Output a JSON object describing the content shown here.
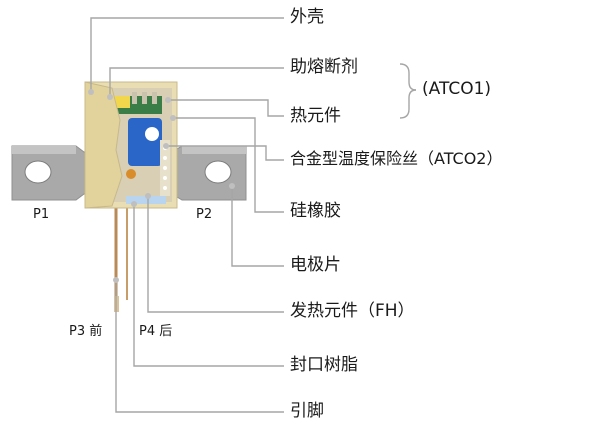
{
  "callouts": {
    "shell": "外壳",
    "flux": "助熔断剂",
    "thermal_element": "热元件",
    "atco1": "(ATCO1)",
    "alloy_fuse": "合金型温度保险丝（ATCO2）",
    "silicone": "硅橡胶",
    "electrode": "电极片",
    "heating_element": "发热元件（FH）",
    "sealing_resin": "封口树脂",
    "lead_pin": "引脚"
  },
  "pins": {
    "p1": "P1",
    "p2": "P2",
    "p3": "P3 前",
    "p4": "P4 后"
  },
  "colors": {
    "leader_line": "#a6a6a6",
    "electrode_metal": "#a9a9a9",
    "housing": "#e9ddb3",
    "heating_element": "#2a66c8",
    "flux_yellow": "#f2d64b",
    "lead_wire": "#b98a55"
  }
}
